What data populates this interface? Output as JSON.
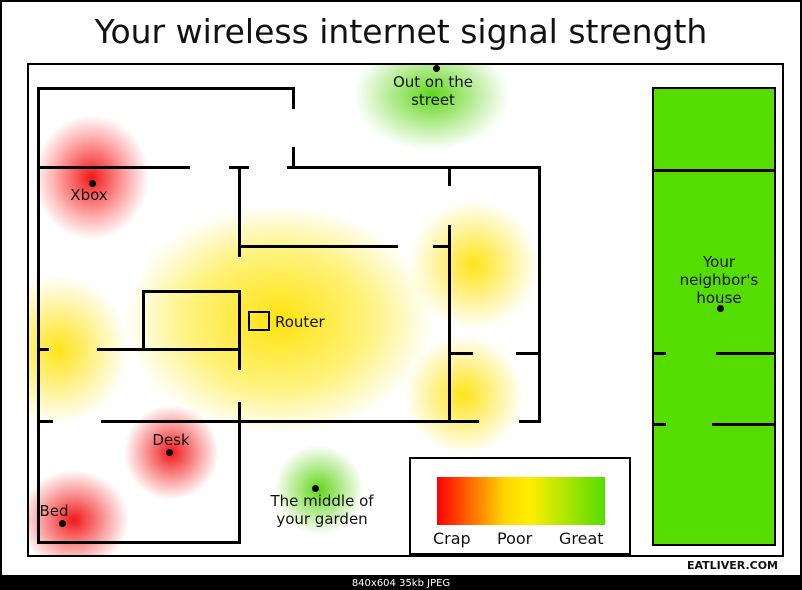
{
  "title": "Your wireless internet signal strength",
  "labels": {
    "street": "Out on the street",
    "xbox": "Xbox",
    "router": "Router",
    "neighbor": "Your neighbor's house",
    "desk": "Desk",
    "bed": "Bed",
    "garden": "The middle of your garden"
  },
  "legend": {
    "crap": "Crap",
    "poor": "Poor",
    "great": "Great"
  },
  "colors": {
    "crap": "#ff0000",
    "poor": "#ffdd00",
    "great": "#55dd00"
  },
  "credit": "EATLIVER.COM",
  "statusbar": "840x604  35kb  JPEG"
}
